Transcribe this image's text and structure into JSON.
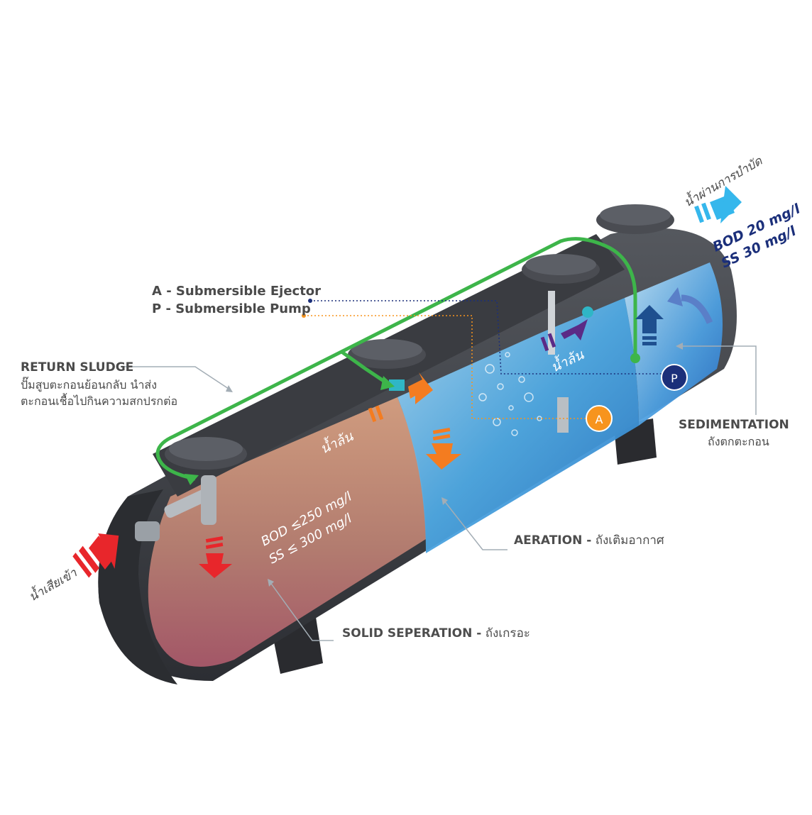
{
  "legend": {
    "ejector": "A - Submersible Ejector",
    "pump": "P - Submersible Pump",
    "ejector_color": "#f7941d",
    "pump_color": "#1b2f7a"
  },
  "return_sludge": {
    "title": "RETURN SLUDGE",
    "line1": "ปั๊มสูบตะกอนย้อนกลับ นำส่ง",
    "line2": "ตะกอนเชื้อไปกินความสกปรกต่อ"
  },
  "sedimentation": {
    "title": "SEDIMENTATION",
    "thai": "ถังตกตะกอน"
  },
  "aeration": {
    "title": "AERATION -",
    "thai": "ถังเติมอากาศ"
  },
  "solid": {
    "title": "SOLID SEPERATION -",
    "thai": "ถังเกรอะ"
  },
  "inlet_text": "น้ำเสียเข้า",
  "outlet_text": "น้ำผ่านการบำบัด",
  "outlet_bod": "BOD 20 mg/l",
  "outlet_ss": "SS 30 mg/l",
  "inlet_bod": "BOD ≤250 mg/l",
  "inlet_ss": "SS ≤ 300 mg/l",
  "overflow_1": "น้ำล้น",
  "overflow_2": "น้ำล้น",
  "marker_a": "A",
  "marker_p": "P",
  "colors": {
    "tank_shell": "#3b3d42",
    "solid_zone": "#c8806a",
    "aeration_zone": "#4aa3df",
    "sedimentation_zone": "#2f7fd0",
    "return_line": "#3db54a",
    "inlet_arrow": "#e8262b",
    "outlet_arrow": "#35b7ec",
    "orange_arrow": "#f47c20",
    "purple_arrow": "#5b2a86",
    "blue_arrow": "#1e4f8f"
  }
}
